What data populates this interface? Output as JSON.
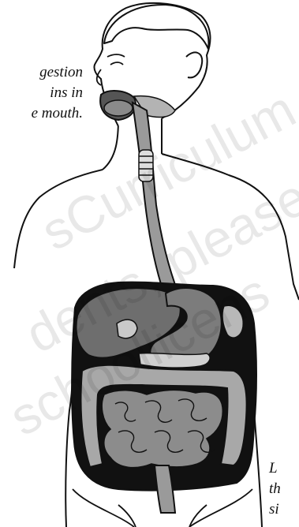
{
  "captions": {
    "top_left": [
      "gestion",
      "ins in",
      "e mouth."
    ],
    "bottom_right": [
      "L",
      "th",
      "si"
    ]
  },
  "watermark": [
    "sCurriculum m",
    "dents, please",
    "schoollicens"
  ],
  "colors": {
    "outline": "#111111",
    "organ_dark": "#555555",
    "organ_mid": "#8a8a8a",
    "organ_light": "#b3b3b3",
    "skin": "#ffffff"
  }
}
